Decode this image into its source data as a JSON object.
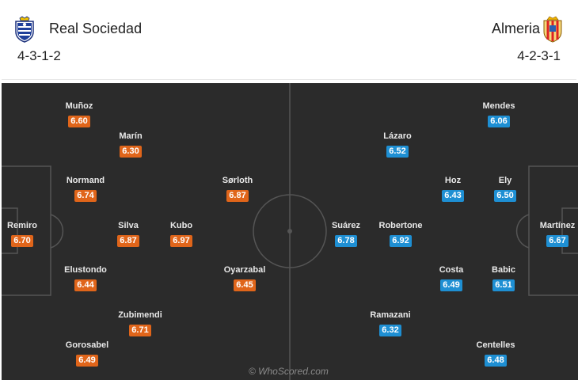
{
  "header": {
    "home": {
      "name": "Real Sociedad",
      "formation": "4-3-1-2",
      "crest_icon": "real-sociedad-crest"
    },
    "away": {
      "name": "Almeria",
      "formation": "4-2-3-1",
      "crest_icon": "almeria-crest"
    }
  },
  "colors": {
    "pitch": "#2b2b2b",
    "pitch_lines": "#555555",
    "home_rating": "#e0651a",
    "away_rating": "#1e8fd3"
  },
  "watermark": "© WhoScored.com",
  "home_players": [
    {
      "name": "Muñoz",
      "rating": "6.60"
    },
    {
      "name": "Marín",
      "rating": "6.30"
    },
    {
      "name": "Normand",
      "rating": "6.74"
    },
    {
      "name": "Sørloth",
      "rating": "6.87"
    },
    {
      "name": "Remiro",
      "rating": "6.70"
    },
    {
      "name": "Silva",
      "rating": "6.87"
    },
    {
      "name": "Kubo",
      "rating": "6.97"
    },
    {
      "name": "Elustondo",
      "rating": "6.44"
    },
    {
      "name": "Oyarzabal",
      "rating": "6.45"
    },
    {
      "name": "Zubimendi",
      "rating": "6.71"
    },
    {
      "name": "Gorosabel",
      "rating": "6.49"
    }
  ],
  "away_players": [
    {
      "name": "Mendes",
      "rating": "6.06"
    },
    {
      "name": "Lázaro",
      "rating": "6.52"
    },
    {
      "name": "Hoz",
      "rating": "6.43"
    },
    {
      "name": "Ely",
      "rating": "6.50"
    },
    {
      "name": "Suárez",
      "rating": "6.78"
    },
    {
      "name": "Robertone",
      "rating": "6.92"
    },
    {
      "name": "Martínez",
      "rating": "6.67"
    },
    {
      "name": "Costa",
      "rating": "6.49"
    },
    {
      "name": "Babic",
      "rating": "6.51"
    },
    {
      "name": "Ramazani",
      "rating": "6.32"
    },
    {
      "name": "Centelles",
      "rating": "6.48"
    }
  ]
}
